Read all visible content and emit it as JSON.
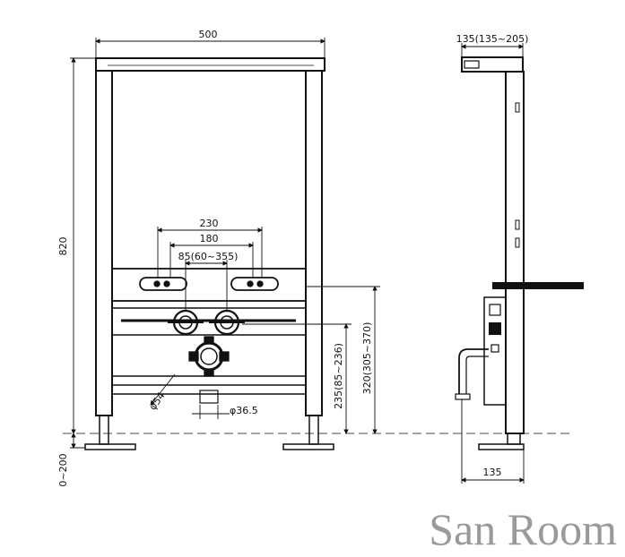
{
  "front_view": {
    "width": "500",
    "height": "820",
    "dim_230": "230",
    "dim_180": "180",
    "dim_85": "85(60~355)",
    "dim_54": "φ54",
    "dim_36": "φ36.5",
    "dim_235": "235(85~236)",
    "dim_320": "320(305~370)",
    "dim_0_200": "0~200"
  },
  "side_view": {
    "top_depth": "135(135~205)",
    "bottom_depth": "135"
  },
  "watermark": "San Room"
}
